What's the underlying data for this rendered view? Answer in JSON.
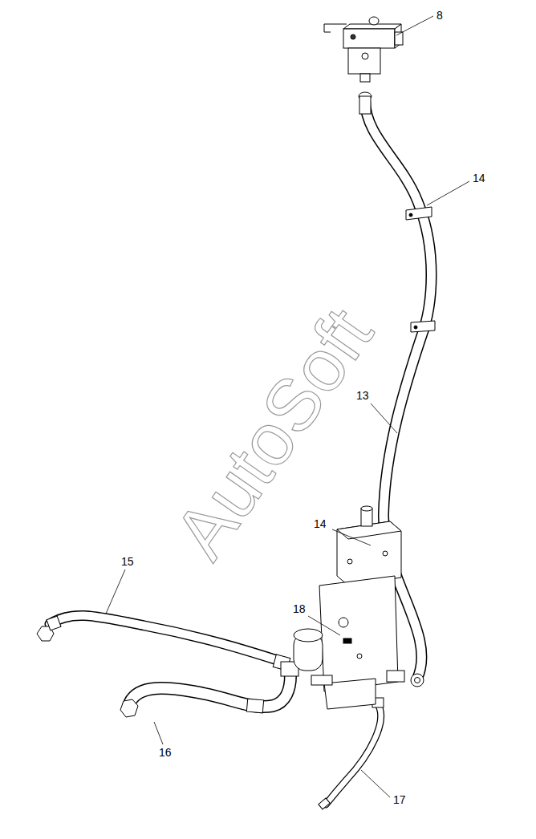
{
  "diagram": {
    "labels": [
      "8",
      "14",
      "13",
      "14",
      "15",
      "18",
      "16",
      "17",
      "AutoSoft"
    ]
  }
}
